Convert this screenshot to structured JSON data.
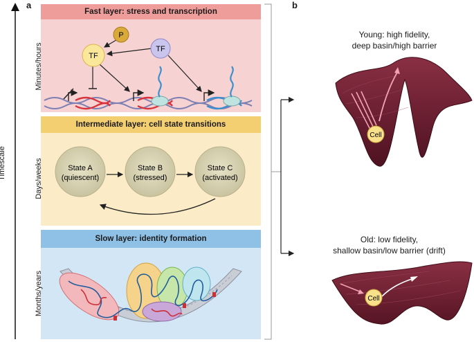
{
  "panel_a": {
    "letter": "a",
    "timescale_label": "Timescale",
    "fast_layer": {
      "title": "Fast layer: stress and transcription",
      "time_label": "Minutes/hours",
      "nodes": {
        "p": "P",
        "tf_left": "TF",
        "tf_right": "TF"
      }
    },
    "intermediate_layer": {
      "title": "Intermediate layer: cell state transitions",
      "time_label": "Days/weeks",
      "states": [
        {
          "line1": "State A",
          "line2": "(quiescent)"
        },
        {
          "line1": "State B",
          "line2": "(stressed)"
        },
        {
          "line1": "State C",
          "line2": "(activated)"
        }
      ]
    },
    "slow_layer": {
      "title": "Slow layer: identity formation",
      "time_label": "Months/years"
    }
  },
  "panel_b": {
    "letter": "b",
    "young": {
      "line1": "Young: high fidelity,",
      "line2": "deep basin/high barrier",
      "cell_label": "Cell"
    },
    "old": {
      "line1": "Old: low fidelity,",
      "line2": "shallow basin/low barrier (drift)",
      "cell_label": "Cell"
    }
  },
  "colors": {
    "fast_bg": "#f7d2d2",
    "fast_header": "#ee9d9b",
    "mid_bg": "#fbebc7",
    "mid_header": "#f3cf72",
    "slow_bg": "#d3e6f5",
    "slow_header": "#8fc1e6",
    "landscape": "#6e1f30",
    "cell_fill": "#f9e08a",
    "tf_fill": "#fbe79a",
    "tf_blue": "#c9c5ec"
  }
}
